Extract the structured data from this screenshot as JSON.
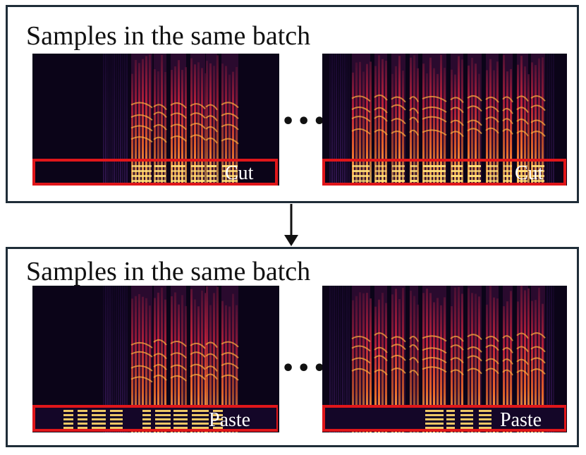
{
  "top_panel": {
    "title": "Samples in the same batch",
    "left_label": "Cut",
    "right_label": "Cut",
    "ellipsis": "•••"
  },
  "bottom_panel": {
    "title": "Samples in the same batch",
    "left_label": "Paste",
    "right_label": "Paste",
    "ellipsis": "•••"
  },
  "colors": {
    "frame": "#1f2d38",
    "highlight_box": "#e0161a",
    "label_text": "#ffffff",
    "spectrogram_background": "#0b0418",
    "spectrogram_hot": "#ffd060"
  },
  "icons": {
    "connector": "arrow-down-icon"
  }
}
